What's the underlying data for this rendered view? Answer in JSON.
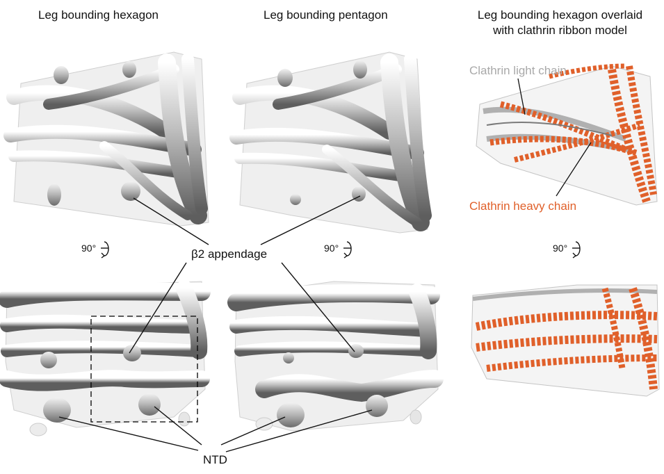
{
  "headings": {
    "hexagon": "Leg bounding hexagon",
    "pentagon": "Leg bounding pentagon",
    "overlay_line1": "Leg bounding hexagon overlaid",
    "overlay_line2": "with clathrin ribbon model"
  },
  "labels": {
    "appendage": "β2 appendage",
    "ntd": "NTD",
    "light_chain": "Clathrin light chain",
    "heavy_chain": "Clathrin heavy chain"
  },
  "rotation": {
    "label": "90°"
  },
  "colors": {
    "density": "#8f8f8f",
    "density_light": "#d8d8d8",
    "heavy_chain": "#e0602a",
    "light_chain": "#a9a9a9"
  }
}
